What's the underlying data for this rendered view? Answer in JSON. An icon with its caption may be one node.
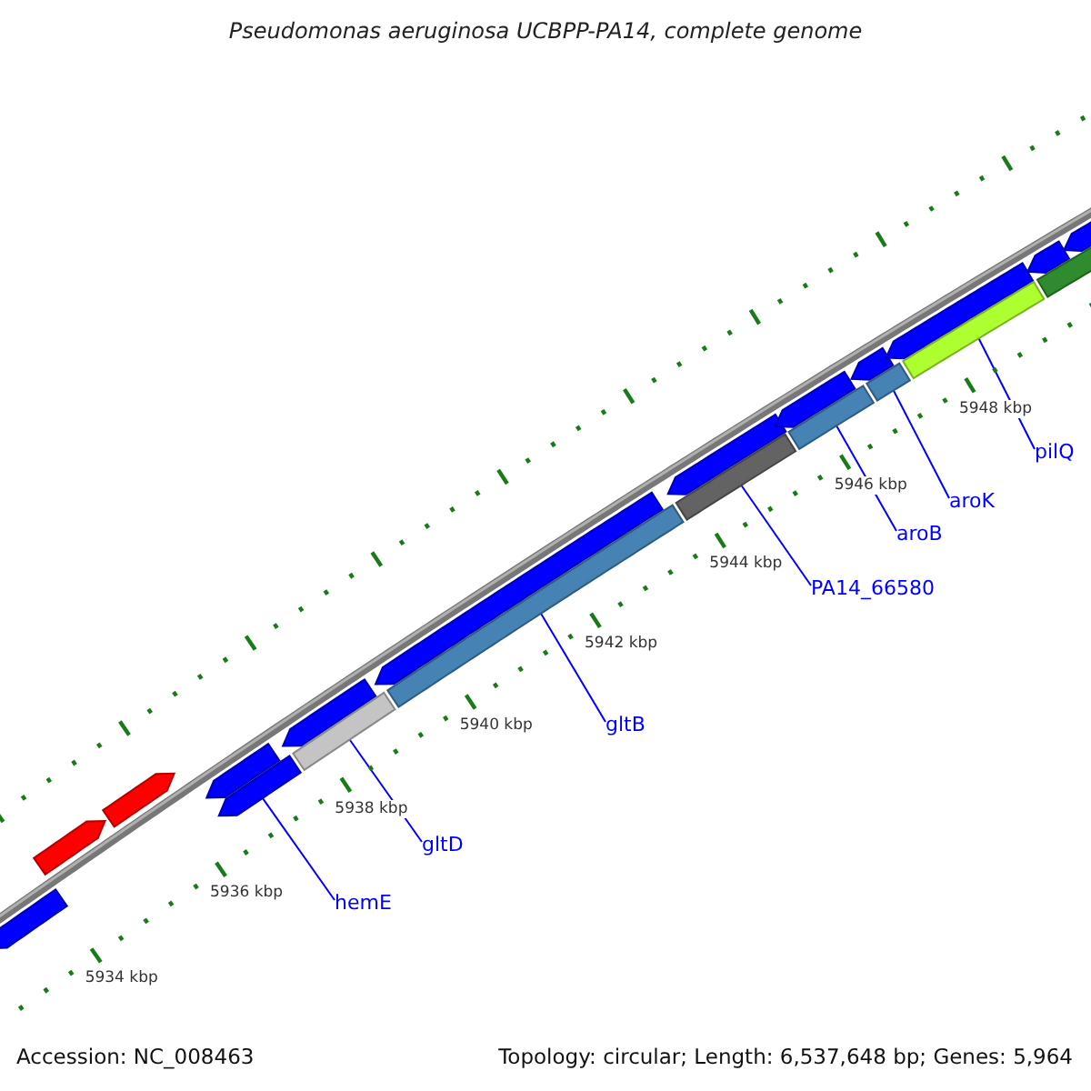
{
  "diagram": {
    "title": "Pseudomonas aeruginosa UCBPP-PA14, complete genome",
    "nodes": [
      {
        "text": [],
        "shape": "arrow"
      },
      {
        "text": [
          "hemE"
        ]
      },
      {
        "text": [],
        "shape": "bar"
      },
      {
        "text": [
          "gltD"
        ]
      },
      {
        "text": [],
        "shape": "bar"
      },
      {
        "text": [
          "gltB"
        ]
      },
      {
        "text": [],
        "shape": "bar"
      },
      {
        "text": [
          "PA14_66580"
        ]
      },
      {
        "text": [],
        "shape": "bar"
      },
      {
        "text": [
          "aroB"
        ]
      },
      {
        "text": [],
        "shape": "bar"
      },
      {
        "text": [
          "aroK"
        ]
      },
      {
        "text": [],
        "shape": "bar"
      },
      {
        "text": [
          "pilQ"
        ]
      },
      {
        "text": [],
        "shape": "arrow"
      },
      {
        "text": [],
        "shape": "arrow"
      },
      {
        "text": [],
        "shape": "arrow"
      },
      {
        "text": [],
        "shape": "arrow"
      },
      {
        "text": [],
        "shape": "arrow"
      },
      {
        "text": [],
        "shape": "arrow"
      },
      {
        "text": [],
        "shape": "arrow"
      },
      {
        "text": [],
        "shape": "arrow"
      },
      {
        "text": [],
        "shape": "arrow"
      },
      {
        "text": [],
        "shape": "arrow"
      },
      {
        "text": [],
        "shape": "arrow"
      },
      {
        "text": [],
        "shape": "arrow"
      },
      {
        "text": [],
        "shape": "bar"
      }
    ],
    "edges": [
      {
        "from": 1,
        "to": 0,
        "arrow": "none"
      },
      {
        "from": 3,
        "to": 2,
        "arrow": "none"
      },
      {
        "from": 5,
        "to": 4,
        "arrow": "none"
      },
      {
        "from": 7,
        "to": 6,
        "arrow": "none"
      },
      {
        "from": 9,
        "to": 8,
        "arrow": "none"
      },
      {
        "from": 11,
        "to": 10,
        "arrow": "none"
      },
      {
        "from": 13,
        "to": 12,
        "arrow": "none"
      }
    ],
    "labels": [
      "5934 kbp",
      "5936 kbp",
      "5938 kbp",
      "5940 kbp",
      "5942 kbp",
      "5944 kbp",
      "5946 kbp",
      "5948 kbp",
      "Accession: NC_008463",
      "Topology: circular; Length: 6,537,648 bp; Genes: 5,964"
    ]
  }
}
